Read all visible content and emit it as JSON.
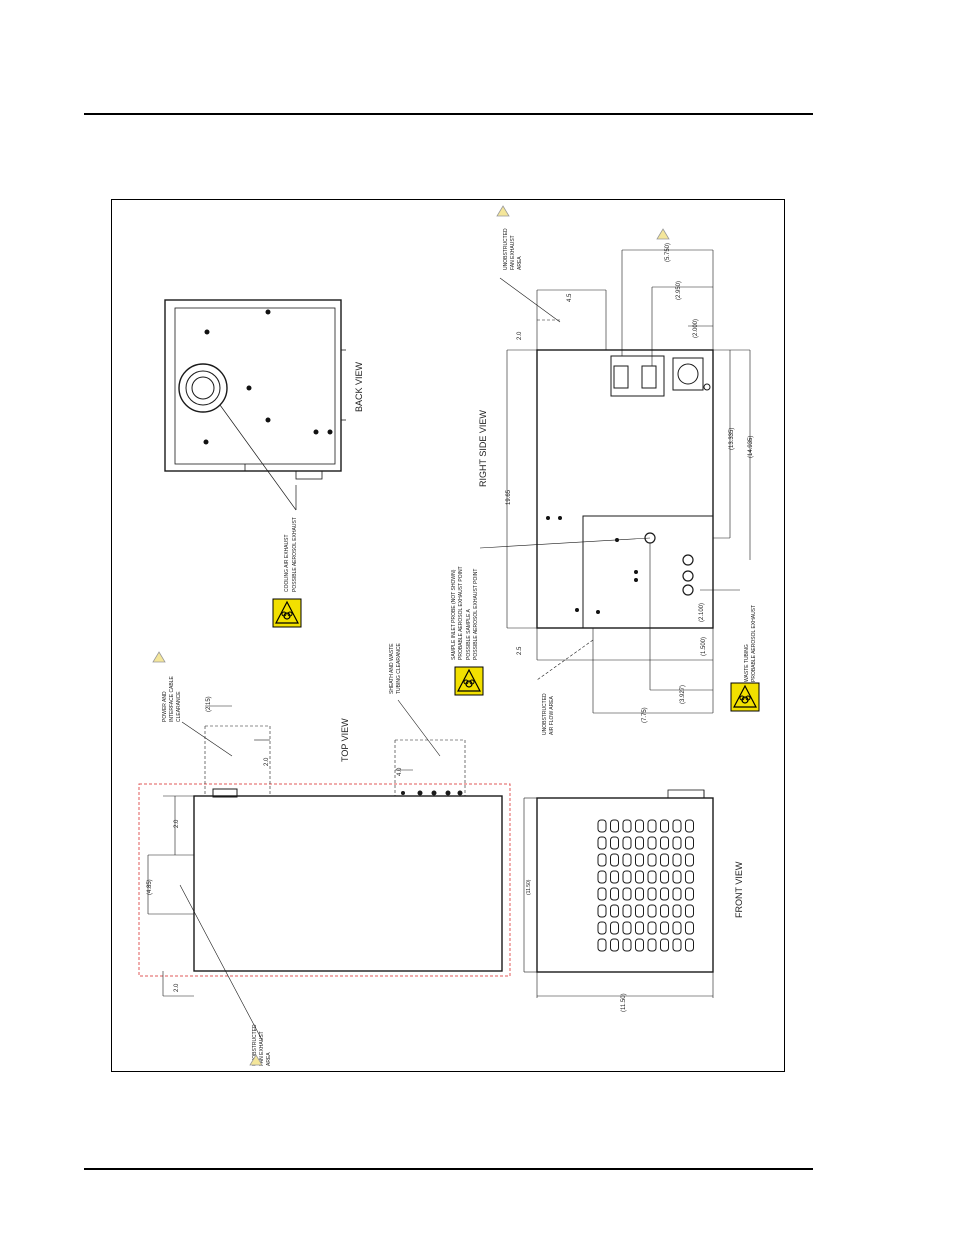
{
  "drawing": {
    "views": {
      "back": "BACK VIEW",
      "right_side": "RIGHT SIDE VIEW",
      "top": "TOP VIEW",
      "front": "FRONT VIEW"
    },
    "notes": {
      "cooling_air_exhaust": [
        "COOLING AIR EXHAUST",
        "POSSIBLE AEROSOL EXHAUST"
      ],
      "power_interface": [
        "POWER AND",
        "INTERFACE CABLE",
        "CLEARANCE"
      ],
      "sheath_waste": [
        "SHEATH AND WASTE",
        "TUBING CLEARANCE"
      ],
      "fan_exhaust_top": [
        "UNOBSTRUCTED",
        "FAN EXHAUST",
        "AREA"
      ],
      "fan_exhaust_side": [
        "UNOBSTRUCTED",
        "FAN EXHAUST",
        "AREA"
      ],
      "sample_inlet": [
        "SAMPLE INLET PROBE (NOT SHOWN)",
        "PROBABLE AEROSOL EXHAUST POINT",
        "POSSIBLE SAMPLE A",
        "POSSIBLE AEROSOL EXHAUST POINT"
      ],
      "air_flow": [
        "UNOBSTRUCTED",
        "AIR FLOW AREA"
      ],
      "waste_tubing": [
        "WASTE TUBING",
        "PROBABLE AEROSOL EXHAUST"
      ]
    },
    "dimensions": {
      "top_2_15": "(2.15)",
      "top_2_0a": "2.0",
      "top_2_0b": "2.0",
      "top_4_0": "4.0",
      "top_4_85": "(4.85)",
      "top_2_0c": "2.0",
      "side_4_5": "4.5",
      "side_2_0": "2.0",
      "side_5_750": "(5.750)",
      "side_2_950": "(2.950)",
      "side_2_000": "(2.000)",
      "side_19_65": "19.65",
      "side_13_335": "(13.335)",
      "side_14_935": "(14.935)",
      "side_2_5": "2.5",
      "side_2_100": "(2.100)",
      "side_1_500": "(1.500)",
      "side_3_927": "(3.927)",
      "side_7_75": "(7.75)",
      "front_11_50": "(11.50)",
      "front_width": "(11.50)"
    }
  },
  "colors": {
    "line": "#1a1a1a",
    "clearance": "#e05a5a",
    "hazard_fill": "#f2e000"
  }
}
